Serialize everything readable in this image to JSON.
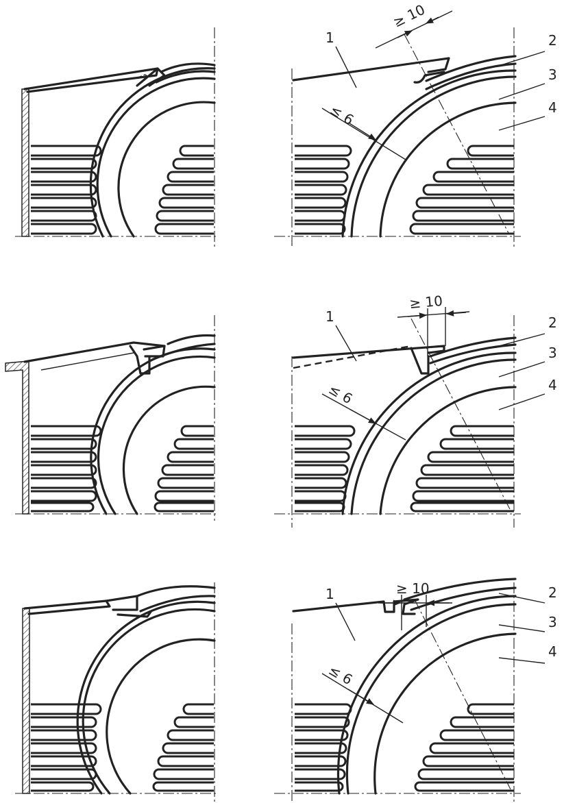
{
  "figure": {
    "rows": [
      {
        "callouts": [
          "1",
          "2",
          "3",
          "4"
        ],
        "gap_dimension": "≥ 10",
        "wall_dimension": "≤ 6"
      },
      {
        "callouts": [
          "1",
          "2",
          "3",
          "4"
        ],
        "gap_dimension": "≥ 10",
        "wall_dimension": "≤ 6"
      },
      {
        "callouts": [
          "1",
          "2",
          "3",
          "4"
        ],
        "gap_dimension": "≥ 10",
        "wall_dimension": "≤ 6"
      }
    ]
  }
}
